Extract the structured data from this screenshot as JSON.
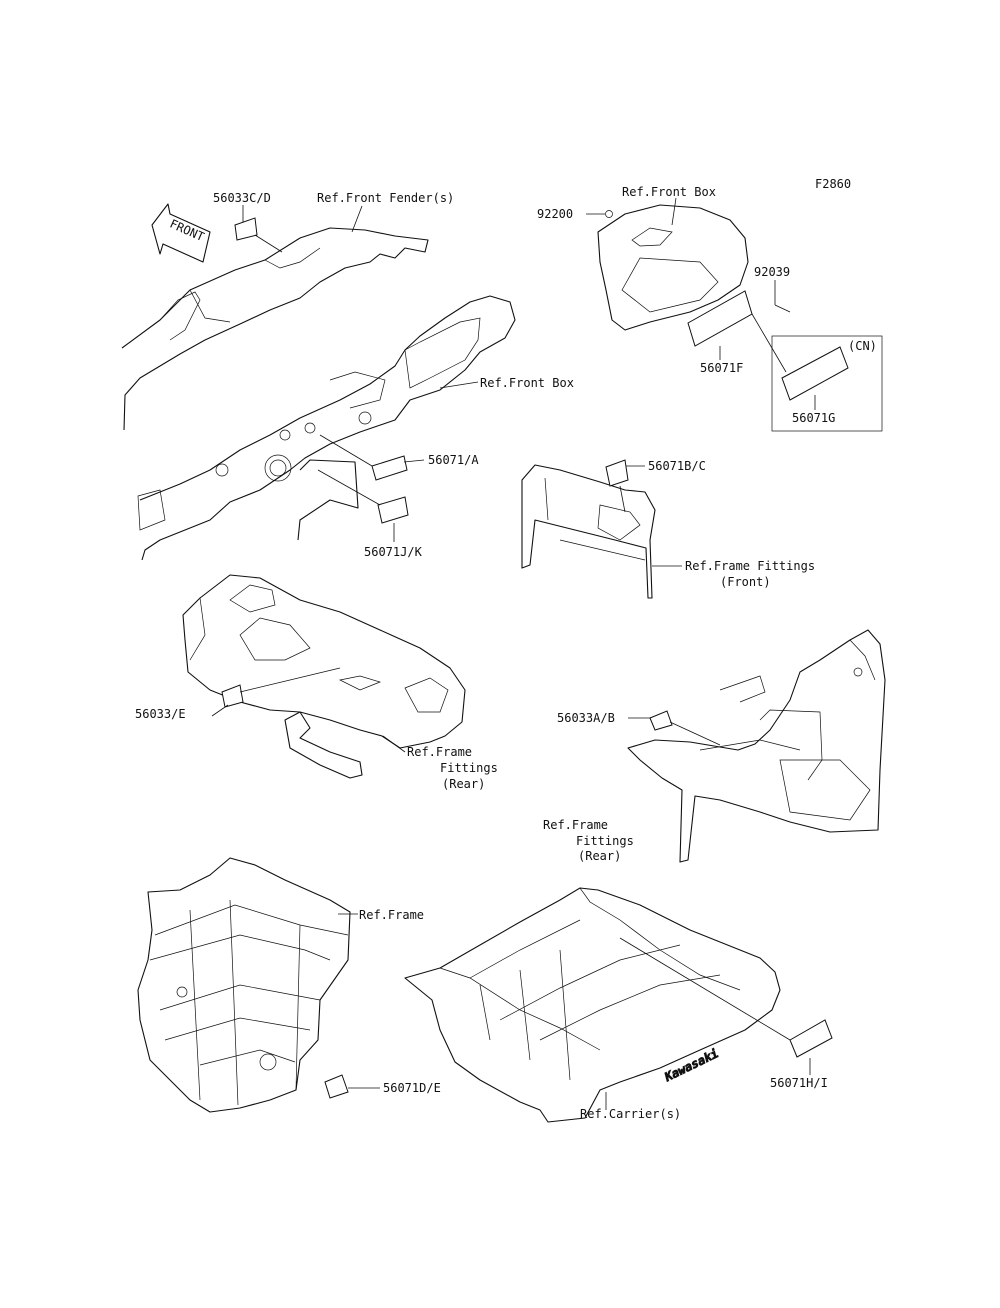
{
  "figure_code": "F2860",
  "front_arrow_text": "FRONT",
  "logo_text": "Kawasaki",
  "callouts": {
    "c56033CD": "56033C/D",
    "refFrontFenders": "Ref.Front Fender(s)",
    "c92200": "92200",
    "refFrontBoxTop": "Ref.Front Box",
    "c92039": "92039",
    "c56071F": "56071F",
    "cn": "(CN)",
    "c56071G": "56071G",
    "refFrontBoxMid": "Ref.Front Box",
    "c56071A": "56071/A",
    "c56071JK": "56071J/K",
    "c56071BC": "56071B/C",
    "refFrameFittingsFront1": "Ref.Frame Fittings",
    "refFrameFittingsFront2": "(Front)",
    "c56033E": "56033/E",
    "refFrameFittingsRearA1": "Ref.Frame",
    "refFrameFittingsRearA2": "Fittings",
    "refFrameFittingsRearA3": "(Rear)",
    "c56033AB": "56033A/B",
    "refFrameFittingsRearB1": "Ref.Frame",
    "refFrameFittingsRearB2": "Fittings",
    "refFrameFittingsRearB3": "(Rear)",
    "refFrame": "Ref.Frame",
    "c56071DE": "56071D/E",
    "refCarriers": "Ref.Carrier(s)",
    "c56071HI": "56071H/I"
  }
}
